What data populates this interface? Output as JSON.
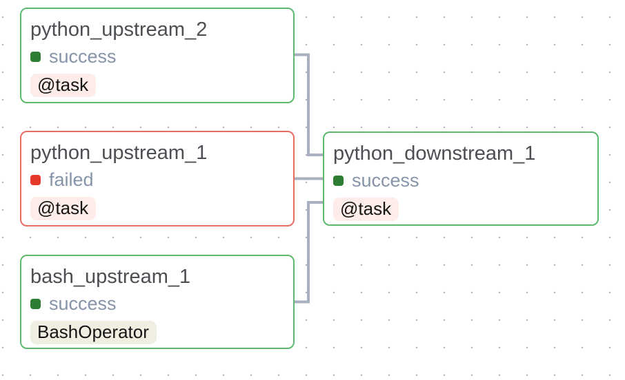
{
  "app": {
    "view": "dag-graph"
  },
  "colors": {
    "success_border": "#5cb96d",
    "failed_border": "#e96a60",
    "success_dot": "#2e7d32",
    "failed_dot": "#e6392b",
    "status_text": "#8694a9",
    "title_text": "#4b4e53",
    "badge_text": "#151515",
    "taskflow_badge_bg": "#fdece8",
    "operator_badge_bg": "#efeee0",
    "edge": "#a7b0bf",
    "grid_dot": "#b4b4b4",
    "node_bg": "#ffffff"
  },
  "nodes": [
    {
      "title": "python_upstream_2",
      "status": "success",
      "operator": "@task"
    },
    {
      "title": "python_upstream_1",
      "status": "failed",
      "operator": "@task"
    },
    {
      "title": "bash_upstream_1",
      "status": "success",
      "operator": "BashOperator"
    },
    {
      "title": "python_downstream_1",
      "status": "success",
      "operator": "@task"
    }
  ],
  "edges": [
    {
      "from": "python_upstream_2",
      "to": "python_downstream_1"
    },
    {
      "from": "python_upstream_1",
      "to": "python_downstream_1"
    },
    {
      "from": "bash_upstream_1",
      "to": "python_downstream_1"
    }
  ]
}
